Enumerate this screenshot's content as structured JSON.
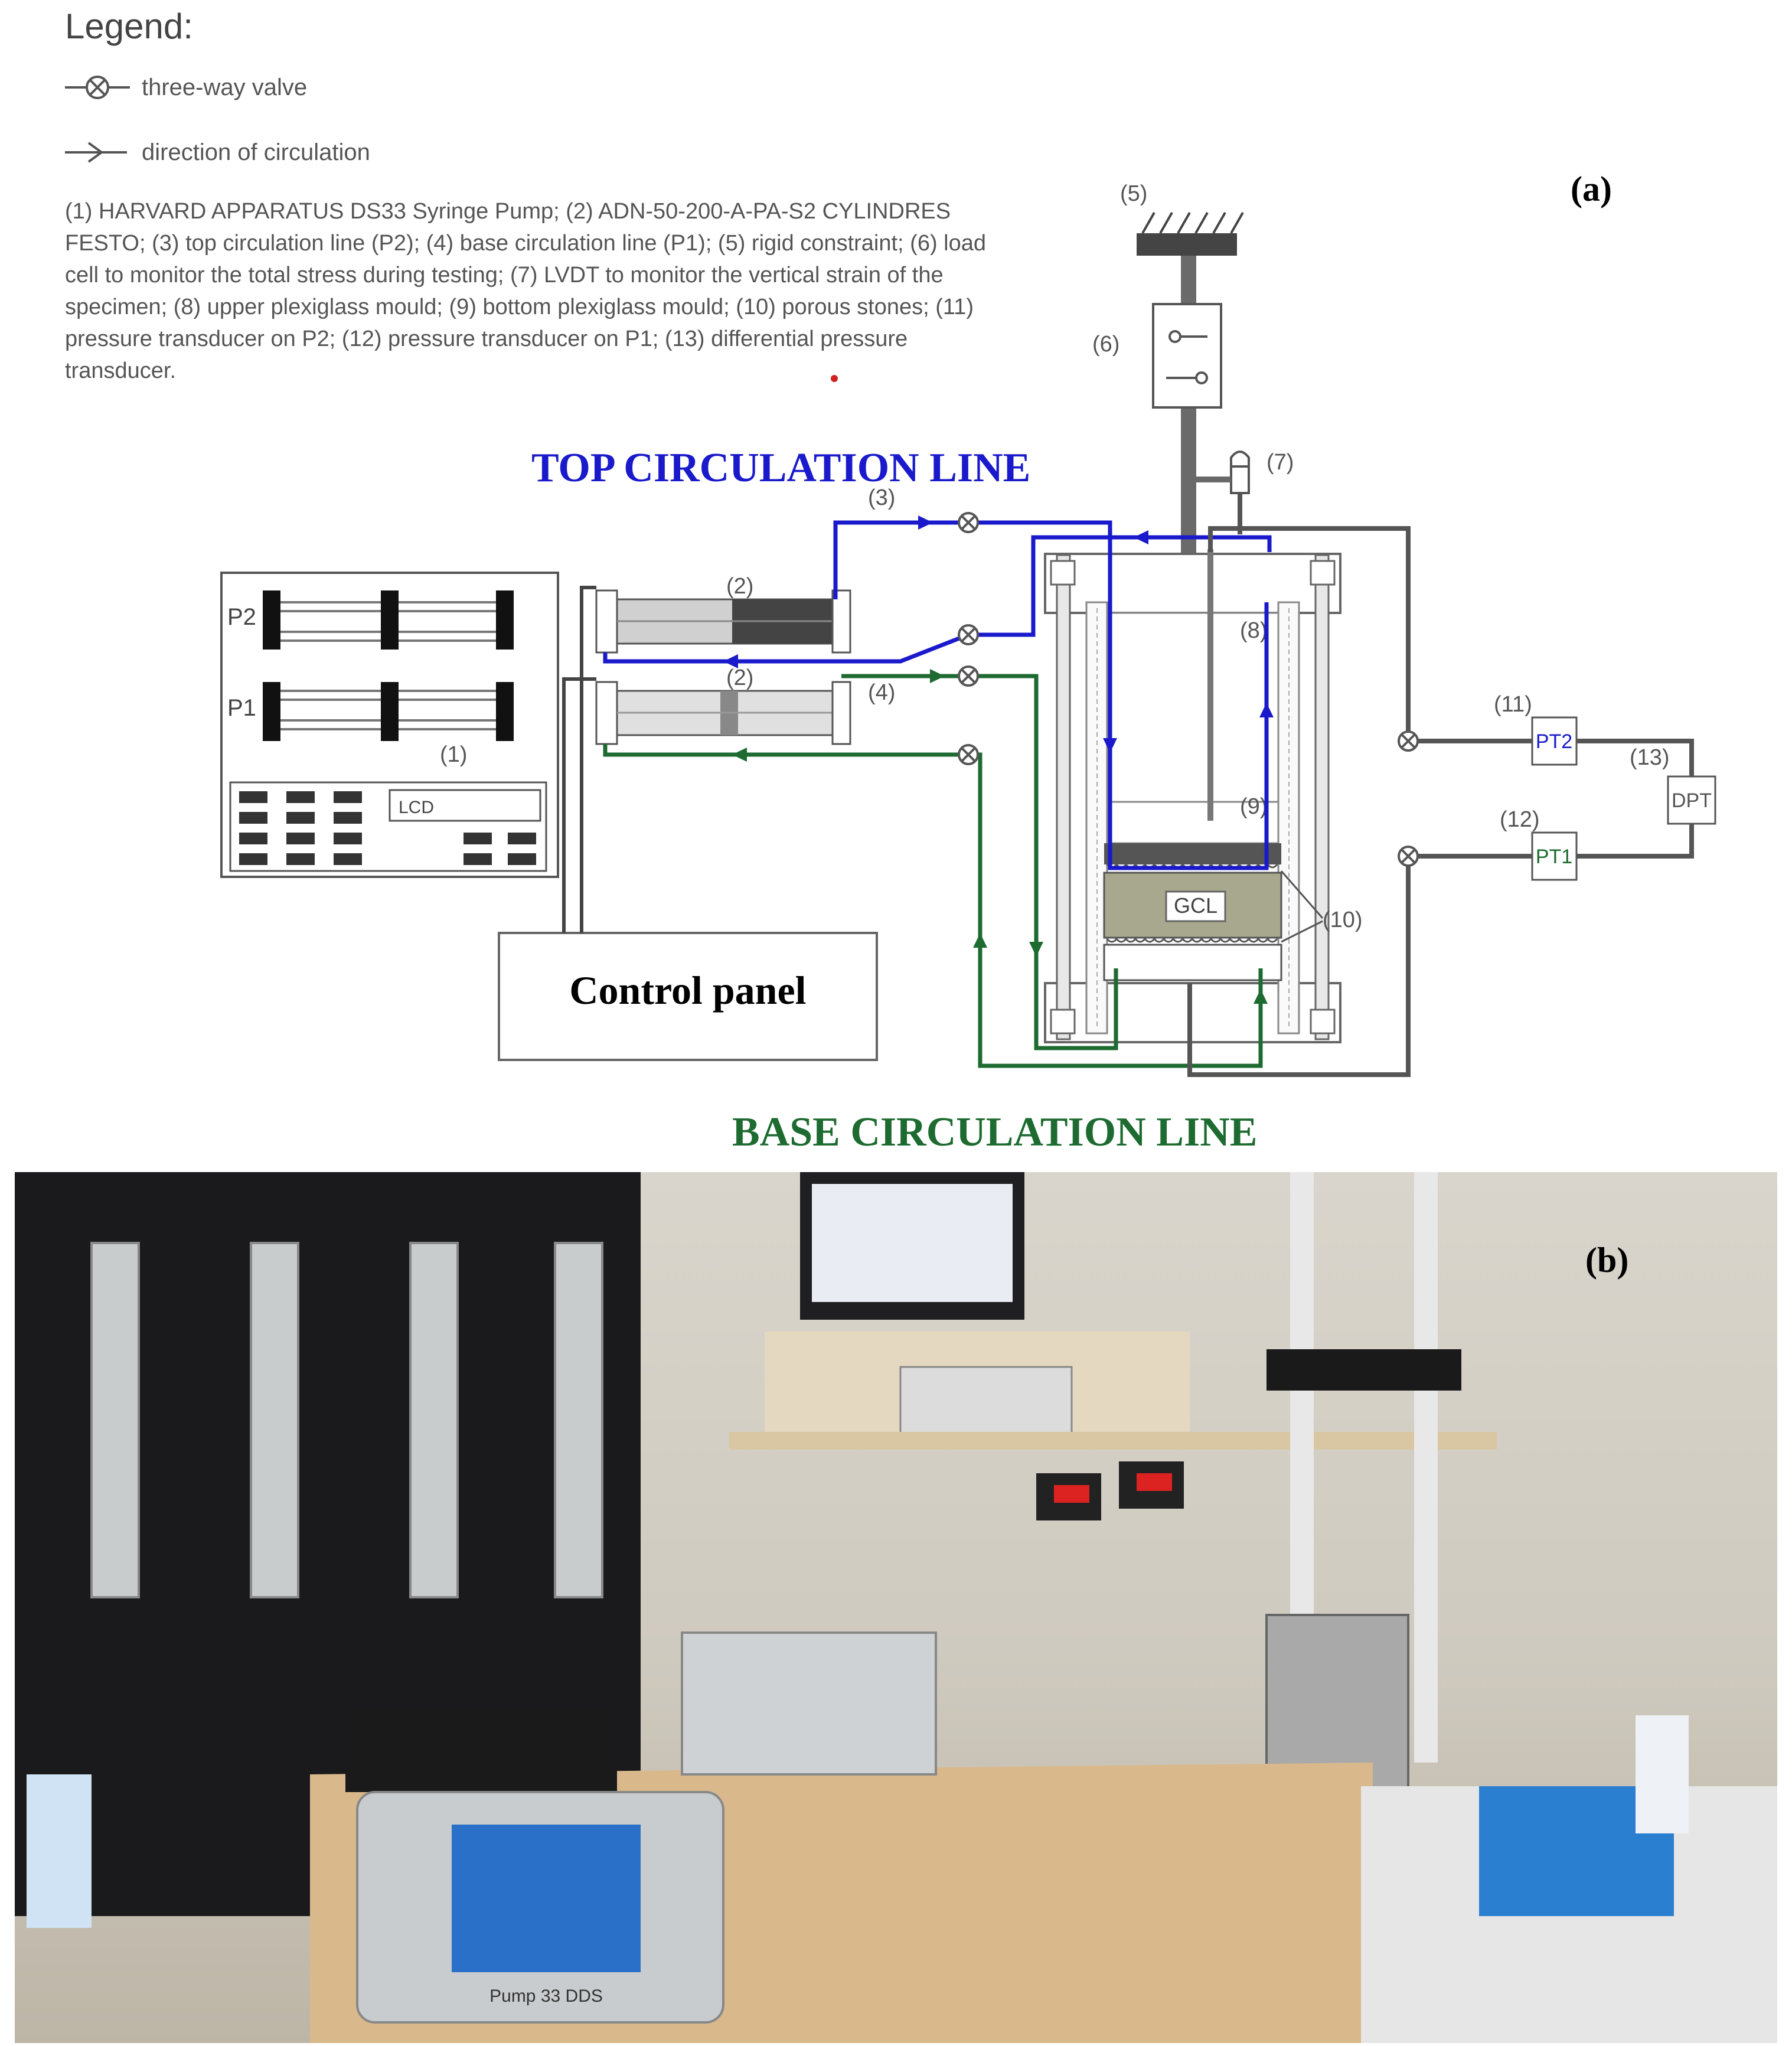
{
  "legend": {
    "title": "Legend:",
    "valve_label": "three-way valve",
    "arrow_label": "direction of circulation",
    "description": "(1) HARVARD APPARATUS DS33 Syringe Pump; (2) ADN-50-200-A-PA-S2 CYLINDRES FESTO; (3) top circulation line (P2); (4) base circulation line (P1); (5) rigid constraint; (6) load cell to monitor the total stress during testing; (7) LVDT to monitor the vertical strain of the specimen; (8) upper plexiglass mould; (9) bottom plexiglass mould; (10) porous stones; (11) pressure transducer on P2; (12) pressure transducer on P1; (13) differential pressure transducer."
  },
  "panel_a": "(a)",
  "panel_b": "(b)",
  "top_line_title": "TOP CIRCULATION LINE",
  "base_line_title": "BASE CIRCULATION LINE",
  "control_panel": "Control panel",
  "pump": {
    "p2": "P2",
    "p1": "P1",
    "lcd": "LCD"
  },
  "gcl": "GCL",
  "pt2": "PT2",
  "pt1": "PT1",
  "dpt": "DPT",
  "numbers": {
    "n1": "(1)",
    "n2a": "(2)",
    "n2b": "(2)",
    "n3": "(3)",
    "n4": "(4)",
    "n5": "(5)",
    "n6": "(6)",
    "n7": "(7)",
    "n8": "(8)",
    "n9": "(9)",
    "n10": "(10)",
    "n11": "(11)",
    "n12": "(12)",
    "n13": "(13)"
  },
  "photo_texts": {
    "pump_brand": "Pump 33 DDS"
  },
  "colors": {
    "top_line": "#1a1acc",
    "base_line": "#1d6b30",
    "pipe": "#555555"
  }
}
